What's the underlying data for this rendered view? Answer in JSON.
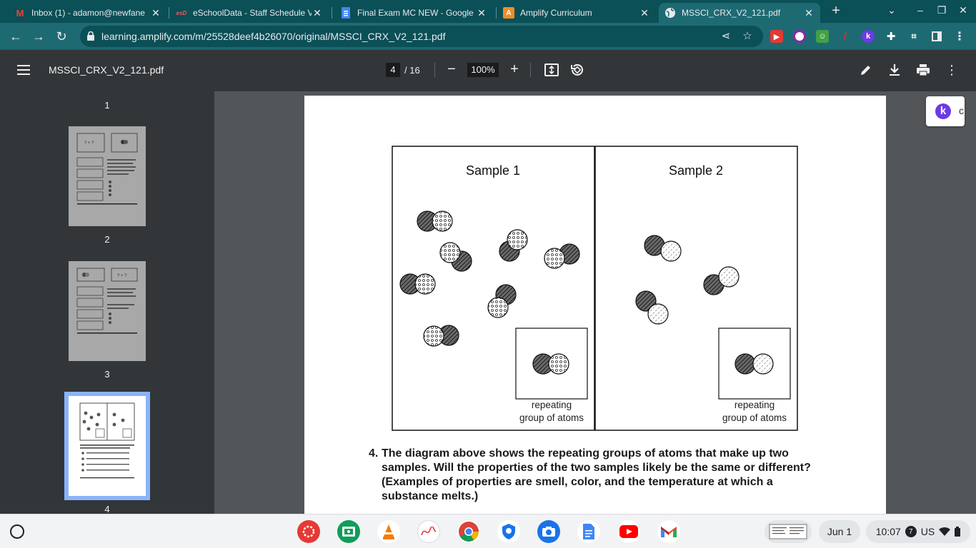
{
  "tabs": [
    {
      "title": "Inbox (1) - adamon@newfane",
      "icon": "gmail-icon",
      "favicon_text": "M",
      "favicon_color": "#ea4335"
    },
    {
      "title": "eSchoolData - Staff Schedule V",
      "icon": "esd-icon",
      "favicon_text": "esD",
      "favicon_color": "#d93025"
    },
    {
      "title": "Final Exam MC NEW - Google F",
      "icon": "google-forms-icon",
      "favicon_text": "",
      "favicon_color": "#4285f4"
    },
    {
      "title": "Amplify Curriculum",
      "icon": "amplify-icon",
      "favicon_text": "A",
      "favicon_color": "#f28c28"
    },
    {
      "title": "MSSCI_CRX_V2_121.pdf",
      "icon": "globe-icon",
      "favicon_text": "",
      "favicon_color": "#e8eaed",
      "active": true
    }
  ],
  "browser": {
    "url": "learning.amplify.com/m/25528deef4b26070/original/MSSCI_CRX_V2_121.pdf",
    "new_tab_symbol": "+",
    "extensions": [
      {
        "name": "screencastify-icon",
        "label": "",
        "color": "#e53935"
      },
      {
        "name": "circle-ext-icon",
        "label": "",
        "color": "#8e24aa"
      },
      {
        "name": "green-ext-icon",
        "label": "",
        "color": "#43a047"
      },
      {
        "name": "pen-ext-icon",
        "label": "",
        "color": "#d32f2f"
      },
      {
        "name": "kami-ext-icon",
        "label": "k",
        "color": "#6c3be3"
      }
    ]
  },
  "pdf": {
    "filename": "MSSCI_CRX_V2_121.pdf",
    "current_page": "4",
    "total_pages": "/ 16",
    "zoom": "100%",
    "thumbnails": [
      {
        "label": "1"
      },
      {
        "label": "2"
      },
      {
        "label": "3"
      },
      {
        "label": "4",
        "active": true
      }
    ]
  },
  "diagram": {
    "sample1_title": "Sample 1",
    "sample2_title": "Sample 2",
    "repeat_label_line1": "repeating",
    "repeat_label_line2": "group of atoms"
  },
  "question": {
    "number": "4.",
    "text": "The diagram above shows the repeating groups of atoms that make up two samples. Will the properties of the two samples likely be the same or different? (Examples of properties are smell, color, and the temperature at which a substance melts.)"
  },
  "kami_float": {
    "letter": "k",
    "partial": "c"
  },
  "shelf": {
    "apps": [
      {
        "name": "canvas-app-icon",
        "color": "#e53935"
      },
      {
        "name": "classroom-app-icon",
        "color": "#0f9d58"
      },
      {
        "name": "vlc-app-icon",
        "color": "#f57c00"
      },
      {
        "name": "drawing-app-icon",
        "color": "#ffffff"
      },
      {
        "name": "chrome-app-icon",
        "color": "#4285f4"
      },
      {
        "name": "security-app-icon",
        "color": "#1a73e8"
      },
      {
        "name": "camera-app-icon",
        "color": "#1a73e8"
      },
      {
        "name": "docs-app-icon",
        "color": "#4285f4"
      },
      {
        "name": "youtube-app-icon",
        "color": "#ff0000"
      },
      {
        "name": "gmail-app-icon",
        "color": "#ffffff"
      }
    ],
    "date": "Jun 1",
    "time": "10:07",
    "notification_count": "7",
    "keyboard": "US"
  }
}
